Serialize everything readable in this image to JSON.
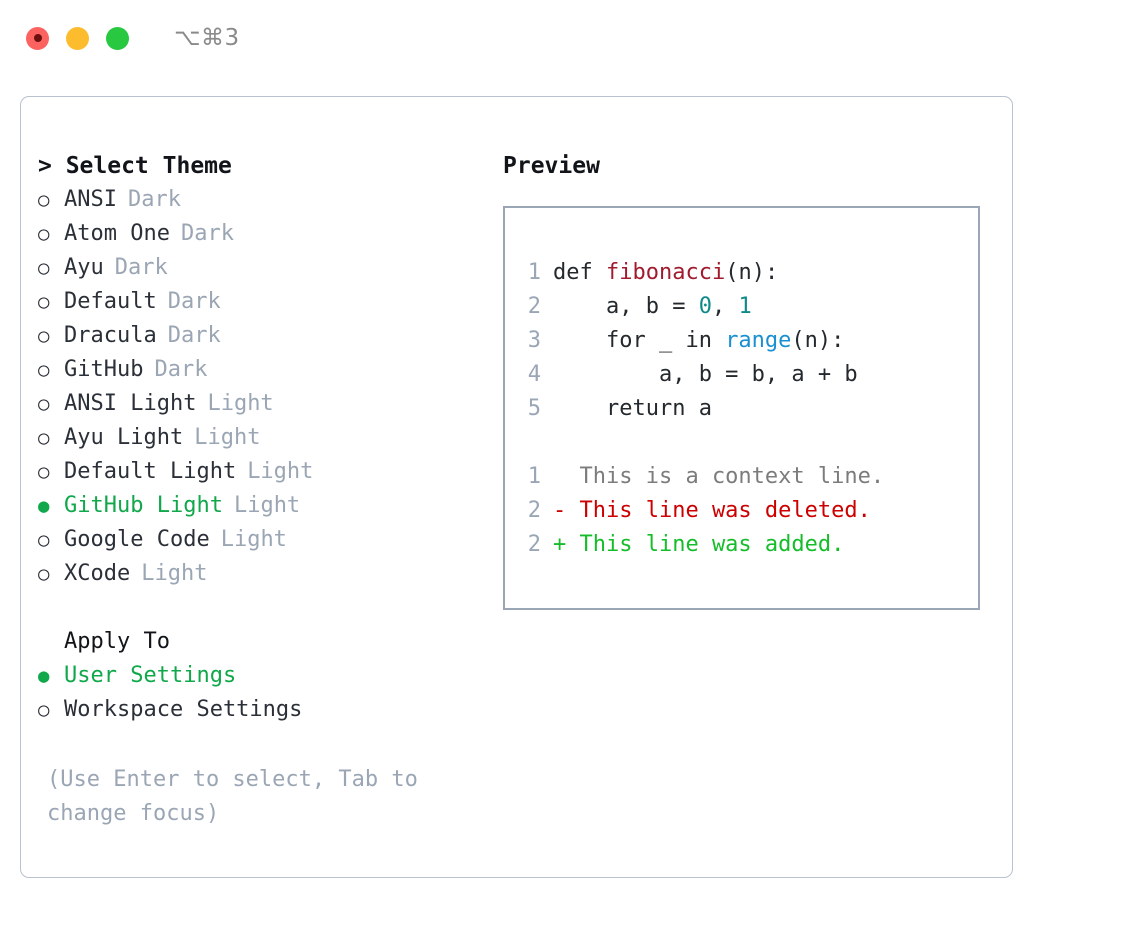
{
  "titlebar": {
    "shortcut": "⌥⌘3",
    "buttons": [
      {
        "name": "close",
        "color": "#fc6360"
      },
      {
        "name": "minimize",
        "color": "#fcbc2e"
      },
      {
        "name": "zoom",
        "color": "#28c840"
      }
    ]
  },
  "theme_picker": {
    "heading": "> Select Theme",
    "marker_unselected": "○",
    "marker_selected": "●",
    "selected_color": "#10a84a",
    "tag_color": "#9ba6b4",
    "options": [
      {
        "marker": "○",
        "label": "ANSI",
        "tag": "Dark",
        "selected": false
      },
      {
        "marker": "○",
        "label": "Atom One",
        "tag": "Dark",
        "selected": false
      },
      {
        "marker": "○",
        "label": "Ayu",
        "tag": "Dark",
        "selected": false
      },
      {
        "marker": "○",
        "label": "Default",
        "tag": "Dark",
        "selected": false
      },
      {
        "marker": "○",
        "label": "Dracula",
        "tag": "Dark",
        "selected": false
      },
      {
        "marker": "○",
        "label": "GitHub",
        "tag": "Dark",
        "selected": false
      },
      {
        "marker": "○",
        "label": "ANSI Light",
        "tag": "Light",
        "selected": false
      },
      {
        "marker": "○",
        "label": "Ayu Light",
        "tag": "Light",
        "selected": false
      },
      {
        "marker": "○",
        "label": "Default Light",
        "tag": "Light",
        "selected": false
      },
      {
        "marker": "●",
        "label": "GitHub Light",
        "tag": "Light",
        "selected": true
      },
      {
        "marker": "○",
        "label": "Google Code",
        "tag": "Light",
        "selected": false
      },
      {
        "marker": "○",
        "label": "XCode",
        "tag": "Light",
        "selected": false
      }
    ]
  },
  "apply_to": {
    "heading": "Apply To",
    "options": [
      {
        "marker": "●",
        "label": "User Settings",
        "selected": true
      },
      {
        "marker": "○",
        "label": "Workspace Settings",
        "selected": false
      }
    ]
  },
  "hint": "(Use Enter to select, Tab to change focus)",
  "preview": {
    "title": "Preview",
    "code_lines": [
      {
        "no": "1",
        "segments": [
          {
            "t": "def ",
            "c": "plain"
          },
          {
            "t": "fibonacci",
            "c": "fn"
          },
          {
            "t": "(n):",
            "c": "plain"
          }
        ]
      },
      {
        "no": "2",
        "segments": [
          {
            "t": "    a, b = ",
            "c": "plain"
          },
          {
            "t": "0",
            "c": "num"
          },
          {
            "t": ", ",
            "c": "plain"
          },
          {
            "t": "1",
            "c": "num"
          }
        ]
      },
      {
        "no": "3",
        "segments": [
          {
            "t": "    for _ in ",
            "c": "plain"
          },
          {
            "t": "range",
            "c": "call"
          },
          {
            "t": "(n):",
            "c": "plain"
          }
        ]
      },
      {
        "no": "4",
        "segments": [
          {
            "t": "        a, b = b, a + b",
            "c": "plain"
          }
        ]
      },
      {
        "no": "5",
        "segments": [
          {
            "t": "    return a",
            "c": "plain"
          }
        ]
      }
    ],
    "diff_lines": [
      {
        "no": "1",
        "kind": "ctx",
        "text": "  This is a context line."
      },
      {
        "no": "2",
        "kind": "del",
        "text": "- This line was deleted."
      },
      {
        "no": "2",
        "kind": "add",
        "text": "+ This line was added."
      }
    ]
  }
}
